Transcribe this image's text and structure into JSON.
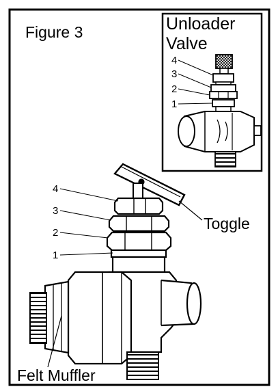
{
  "figure": {
    "title": "Figure 3",
    "inset": {
      "title_line1": "Unloader",
      "title_line2": "Valve",
      "callouts": [
        "4",
        "3",
        "2",
        "1"
      ]
    },
    "main": {
      "callouts": [
        "4",
        "3",
        "2",
        "1"
      ],
      "toggle_label": "Toggle",
      "muffler_label": "Felt Muffler"
    }
  }
}
